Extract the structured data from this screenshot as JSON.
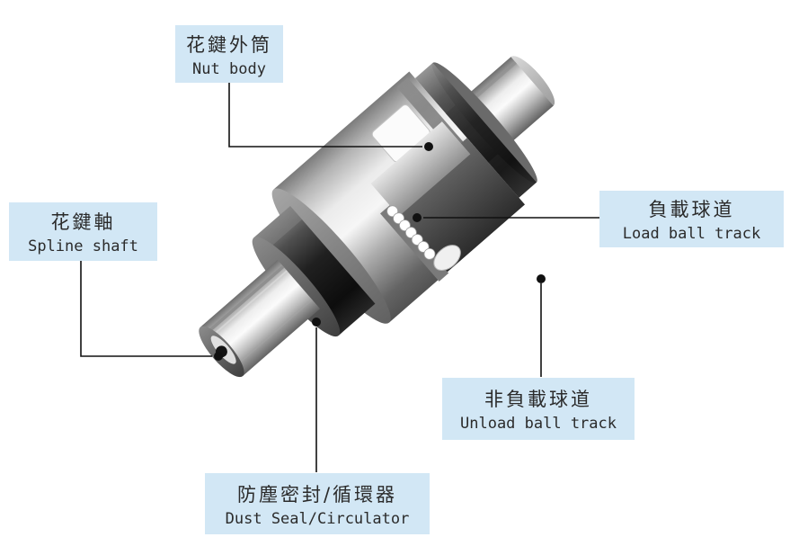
{
  "diagram": {
    "type": "ball-spline-cutaway-illustration",
    "background_color": "#ffffff",
    "label_box_color": "#d2e7f5",
    "text_color": "#2b2b2b",
    "callout_line_color": "#111111",
    "labels": [
      {
        "id": "nut-body",
        "zh": "花鍵外筒",
        "en": "Nut body"
      },
      {
        "id": "spline-shaft",
        "zh": "花鍵軸",
        "en": "Spline shaft"
      },
      {
        "id": "load-ball-track",
        "zh": "負載球道",
        "en": "Load ball track"
      },
      {
        "id": "unload-ball-track",
        "zh": "非負載球道",
        "en": "Unload ball track"
      },
      {
        "id": "dust-seal-circulator",
        "zh": "防塵密封/循環器",
        "en": "Dust Seal/Circulator"
      }
    ]
  }
}
